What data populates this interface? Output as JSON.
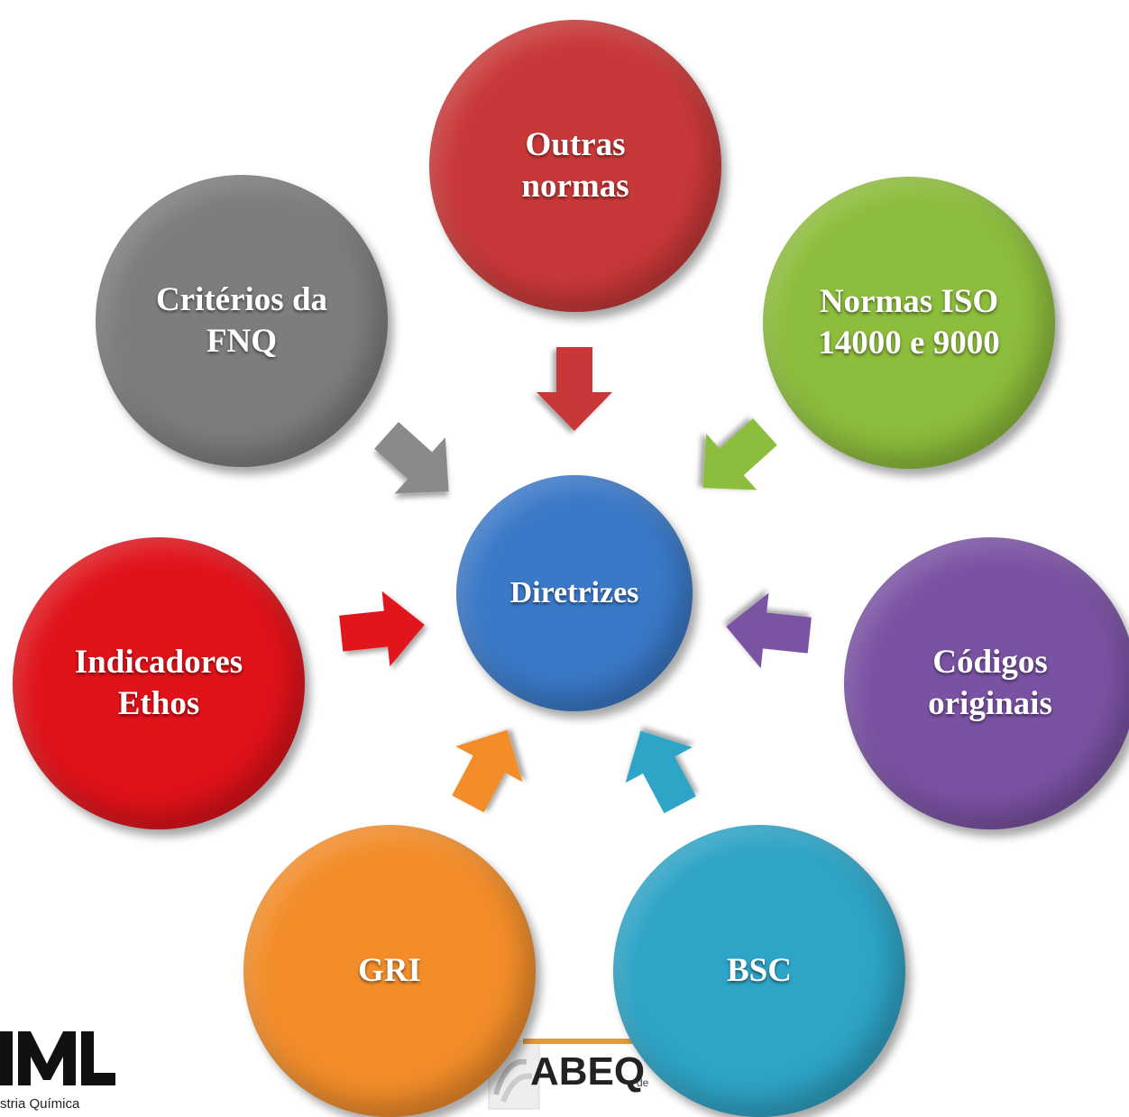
{
  "diagram": {
    "center": {
      "label": "Diretrizes",
      "color": "#3a79c8"
    },
    "nodes": {
      "outras_normas": {
        "label": "Outras\nnormas",
        "color": "#c93838"
      },
      "normas_iso": {
        "label": "Normas  ISO\n14000 e 9000",
        "color": "#8dbd3c"
      },
      "criterios_fnq": {
        "label": "Critérios  da\nFNQ",
        "color": "#7d7d7d"
      },
      "codigos_originais": {
        "label": "Códigos\noriginais",
        "color": "#7a52a3"
      },
      "indicadores_ethos": {
        "label": "Indicadores\nEthos",
        "color": "#e0121a"
      },
      "gri": {
        "label": "GRI",
        "color": "#f38d2a"
      },
      "bsc": {
        "label": "BSC",
        "color": "#2ea4c6"
      }
    }
  },
  "logos": {
    "left_logo_caption": "stria Química",
    "abeq_logo_text": "ABEQ",
    "abeq_sub_text": "de"
  }
}
